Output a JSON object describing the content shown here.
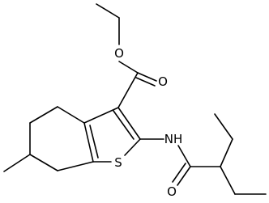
{
  "molecule": {
    "atoms": {
      "ester_ether_oxygen": "O",
      "carbonyl_oxygen_ester": "O",
      "amide_nitrogen": "NH",
      "amide_carbonyl_oxygen": "O",
      "thiophene_sulfur": "S"
    }
  },
  "colors": {
    "bond": "#000000",
    "label": "#000000",
    "background": "#ffffff"
  }
}
